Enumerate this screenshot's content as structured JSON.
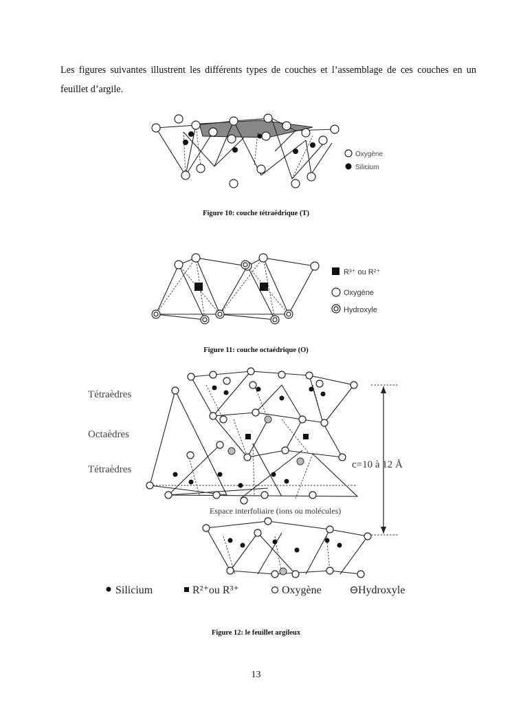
{
  "intro_text": "Les figures suivantes illustrent les différents types de couches et l’assemblage de ces couches en un feuillet d’argile.",
  "figure10": {
    "caption": "Figure 10: couche tétraédrique (T)",
    "legend": {
      "oxygen": "Oxygène",
      "silicon": "Silicium"
    }
  },
  "figure11": {
    "caption": "Figure 11: couche octaédrique (O)",
    "legend": {
      "cation": "R³⁺ ou R²⁺",
      "oxygen": "Oxygène",
      "hydroxyl": "Hydroxyle"
    }
  },
  "figure12": {
    "caption": "Figure 12: le feuillet argileux",
    "labels": {
      "tetra_top": "Tétraèdres",
      "octa": "Octaèdres",
      "tetra_bottom": "Tétraèdres",
      "spacing": "c=10 à 12 Å",
      "interlayer": "Espace interfoliaire (ions ou molécules)"
    },
    "legend": {
      "silicon": "Silicium",
      "cation": "R²⁺ou R³⁺",
      "oxygen": "Oxygène",
      "hydroxyl": "Hydroxyle"
    },
    "trailing_mark": "."
  },
  "page_number": "13"
}
